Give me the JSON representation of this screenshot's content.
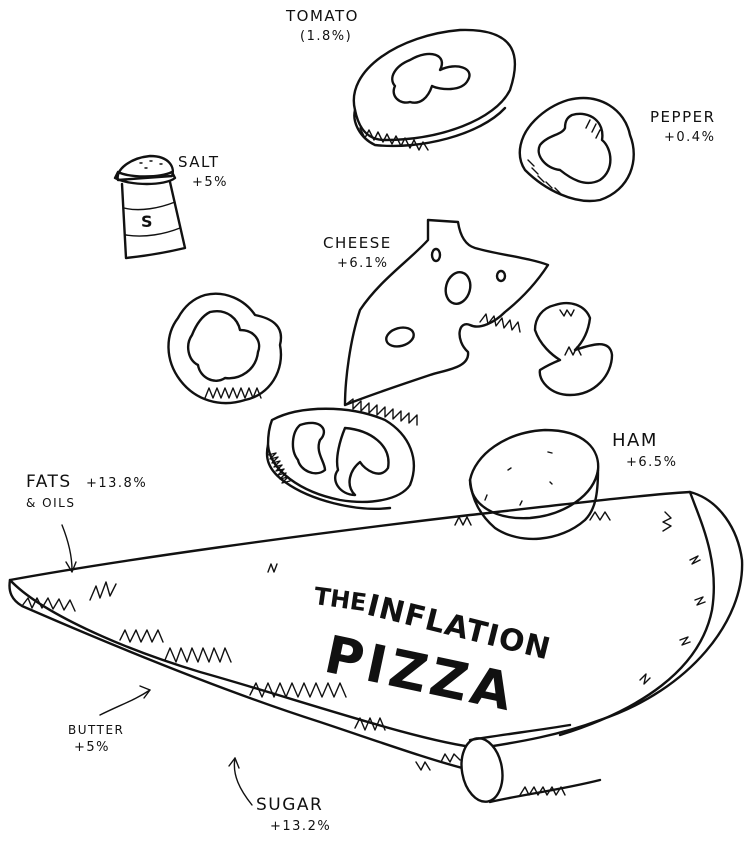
{
  "title": {
    "line1": "THE",
    "line2": "INFLATION",
    "line3": "PIZZA"
  },
  "ingredients": [
    {
      "id": "tomato",
      "name": "TOMATO",
      "change": "(1.8%)"
    },
    {
      "id": "pepper",
      "name": "PEPPER",
      "change": "+0.4%"
    },
    {
      "id": "salt",
      "name": "SALT",
      "change": "+5%"
    },
    {
      "id": "cheese",
      "name": "CHEESE",
      "change": "+6.1%"
    },
    {
      "id": "ham",
      "name": "HAM",
      "change": "+6.5%"
    },
    {
      "id": "fats-oils",
      "name": "FATS",
      "name2": "& OILS",
      "change": "+13.8%"
    },
    {
      "id": "butter",
      "name": "BUTTER",
      "change": "+5%"
    },
    {
      "id": "sugar",
      "name": "SUGAR",
      "change": "+13.2%"
    }
  ],
  "salt_shaker_letter": "S",
  "colors": {
    "ink": "#111111",
    "paper": "#ffffff"
  }
}
